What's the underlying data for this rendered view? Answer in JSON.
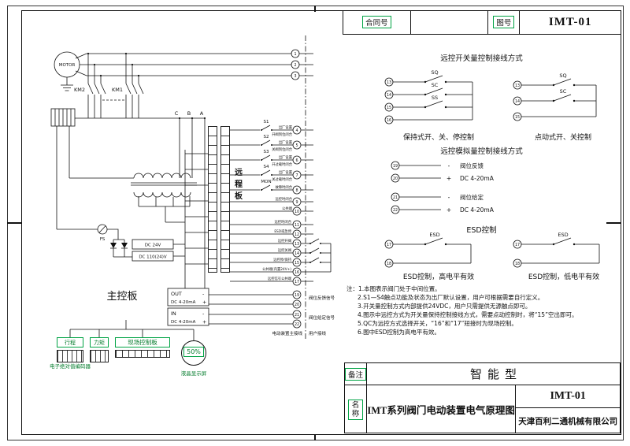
{
  "colors": {
    "accent_green": "#00a344",
    "line": "#111111"
  },
  "top_block": {
    "contract_label": "合同号",
    "drawing_no_label": "图号",
    "drawing_no": "IMT-01"
  },
  "schematic": {
    "motor": "MOTOR",
    "km2": "KM2",
    "km1": "KM1",
    "phases": [
      "C",
      "B",
      "A"
    ],
    "fs": "FS",
    "psu1": "DC 24V",
    "psu2": "DC 110(24)V",
    "main_board": "主控板",
    "remote_board": "远程板",
    "out_line1": "OUT",
    "out_line2": "DC 4-20mA",
    "in_line1": "IN",
    "in_line2": "DC 4-20mA",
    "sign_plus": "+",
    "sign_minus": "-",
    "top_terminals": [
      "1",
      "2",
      "3"
    ],
    "switch_rows": [
      {
        "name": "S1",
        "num": "4",
        "desc1": "出厂设置",
        "desc2": "开阀到位闭合"
      },
      {
        "name": "S2",
        "num": "5",
        "desc1": "出厂设置",
        "desc2": "关阀到位闭合"
      },
      {
        "name": "S3",
        "num": "6",
        "desc1": "出厂设置",
        "desc2": "开过载时闭合"
      },
      {
        "name": "S4",
        "num": "7",
        "desc1": "出厂设置",
        "desc2": "关过载时闭合"
      },
      {
        "name": "MON",
        "num": "8",
        "desc1": "故障时闭合",
        "desc2": ""
      },
      {
        "name": "",
        "num": "9",
        "desc1": "远控时闭合",
        "desc2": ""
      },
      {
        "name": "",
        "num": "10",
        "desc1": "公共端",
        "desc2": ""
      }
    ],
    "remote_rows": [
      {
        "num": "11",
        "desc": "远控时闭合"
      },
      {
        "num": "12",
        "desc": "ESD或急停"
      },
      {
        "num": "13",
        "desc": "远控开阀"
      },
      {
        "num": "14",
        "desc": "远控关阀"
      },
      {
        "num": "15",
        "desc": "远控停/保持"
      },
      {
        "num": "16",
        "desc": "公共端(内置24V+)"
      },
      {
        "num": "17",
        "desc": "远控信号公共端"
      }
    ],
    "analog_terminals": [
      "19",
      "20",
      "21",
      "22"
    ],
    "feedback_signal": "阀位反馈信号",
    "setpoint_signal": "阀位给定信号",
    "device_wiring": "电动装置主接线",
    "user_wiring": "用户接线",
    "travel_label": "行程",
    "encoder_caption": "电子绝对值编码器",
    "torque_label": "力矩",
    "local_panel_label": "现场控制板",
    "lcd_value": "50%",
    "lcd_caption": "液晶显示屏"
  },
  "panels": {
    "switch_title": "远控开关量控制接线方式",
    "hold_caption": "保持式开、关、停控制",
    "jog_caption": "点动式开、关控制",
    "analog_title": "远控模拟量控制接线方式",
    "esd_title": "ESD控制",
    "esd_high_caption": "ESD控制，高电平有效",
    "esd_low_caption": "ESD控制，低电平有效",
    "hold_terminals": [
      "13",
      "14",
      "15",
      "16"
    ],
    "hold_switches": [
      "SQ",
      "SC",
      "SS"
    ],
    "jog_terminals": [
      "13",
      "14",
      "15"
    ],
    "jog_switches": [
      "SQ",
      "SC"
    ],
    "analog_terminals": [
      "19",
      "20",
      "21",
      "22"
    ],
    "analog_signs": [
      "-",
      "+",
      "-",
      "+"
    ],
    "feedback_label": "阀位反馈",
    "feedback_range": "DC 4-20mA",
    "setpoint_label": "阀位给定",
    "setpoint_range": "DC 4-20mA",
    "esd_terminals": [
      "17",
      "18"
    ],
    "esd_switch": "ESD"
  },
  "notes": {
    "lines": [
      "注：1.本图表示阀门处于中间位置。",
      "2.S1—S4触点功能及状态为出厂默认设置，用户可根据需要自行定义。",
      "3.开关量控制方式内部提供24VDC，用户只需提供无源触点即可。",
      "4.图示中远控方式为开关量保持控制接线方式，需要点动控制时，将“15”空出即可。",
      "5.QC为远控方式选择开关，“16”和“17”短接时为现场控制。",
      "6.图中ESD控制为高电平有效。"
    ]
  },
  "bottom_block": {
    "remark_label": "备注",
    "remark_value": "智能型",
    "name_label": "名称",
    "title": "IMT系列阀门电动装置电气原理图",
    "drawing_no": "IMT-01",
    "company": "天津百利二通机械有限公司"
  }
}
